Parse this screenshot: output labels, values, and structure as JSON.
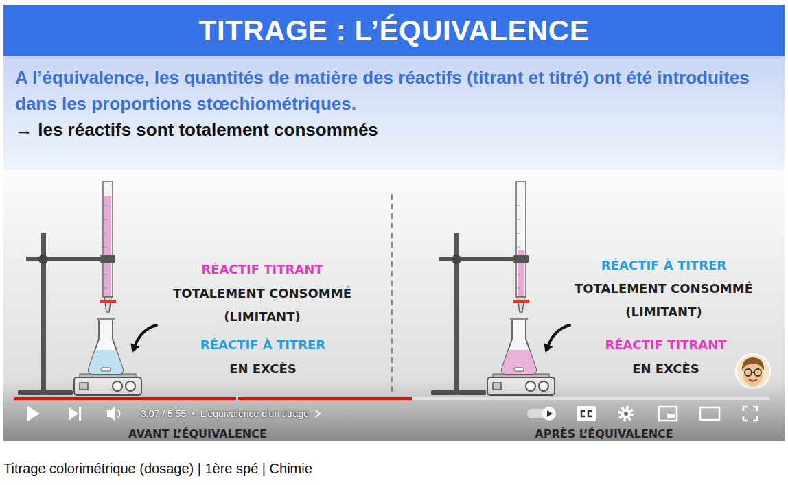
{
  "diagram": {
    "title": "TITRAGE : L’ÉQUIVALENCE",
    "caption": "Titrage colorimétrique (dosage) | 1ère spé | Chimie",
    "nodes": [
      {
        "text": [
          "A l’équivalence, les quantités de matière des réactifs (titrant et titré) ont été introduites dans les proportions stœchiométriques.",
          "→ les réactifs sont totalement consommés"
        ]
      }
    ],
    "labels": [
      "RÉACTIF TITRANT",
      "TOTALEMENT CONSOMMÉ (LIMITANT)",
      "RÉACTIF À TITRER",
      "EN EXCÈS",
      "RÉACTIF À TITRER",
      "TOTALEMENT CONSOMMÉ (LIMITANT)",
      "RÉACTIF TITRANT",
      "EN EXCÈS",
      "AVANT L’ÉQUIVALENCE",
      "APRÈS L’ÉQUIVALENCE",
      "3:07 / 5:55",
      "•",
      "L'équivalence d'un titrage"
    ]
  }
}
